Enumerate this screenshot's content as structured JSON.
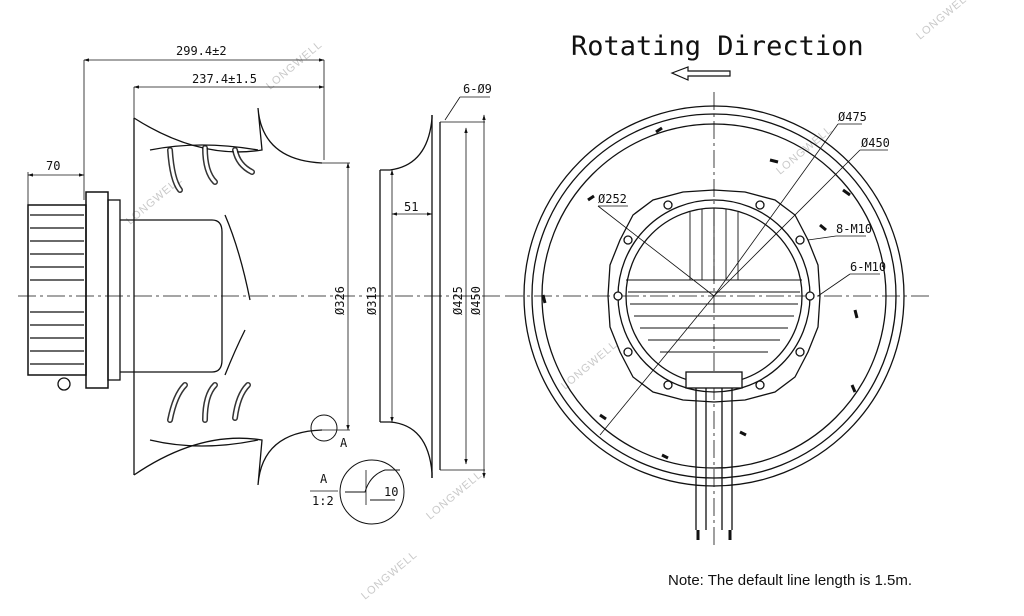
{
  "title": "Rotating Direction",
  "side_view": {
    "overall_length": "299.4±2",
    "impeller_length": "237.4±1.5",
    "motor_depth": "70",
    "dia_inlet": "Ø326",
    "dia_ring_inner": "Ø313",
    "dia_ring_mid": "Ø425",
    "dia_ring_outer": "Ø450",
    "ring_depth": "51",
    "holes": "6-Ø9",
    "detail_ref": "A",
    "detail_label": "A",
    "detail_scale": "1:2",
    "detail_dim": "10"
  },
  "front_view": {
    "dia_outer": "Ø475",
    "dia_mid": "Ø450",
    "dia_flange": "Ø252",
    "bolts_a": "8-M10",
    "bolts_b": "6-M10"
  },
  "note": "Note: The default line length is 1.5m.",
  "watermark": "LONGWELL"
}
